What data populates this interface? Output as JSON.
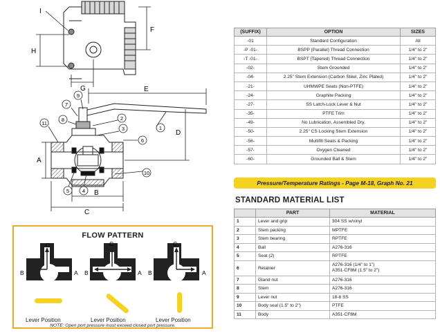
{
  "diagram": {
    "labels": {
      "I": "I",
      "F": "F",
      "H": "H",
      "G": "G",
      "E": "E",
      "D": "D",
      "A": "A",
      "B": "B",
      "C": "C",
      "n1": "1",
      "n2": "2",
      "n3": "3",
      "n4": "4",
      "n5": "5",
      "n6": "6",
      "n7": "7",
      "n8": "8",
      "n9": "9",
      "n10": "10",
      "n11": "11"
    }
  },
  "options_table": {
    "headers": [
      "(SUFFIX)",
      "OPTION",
      "SIZES"
    ],
    "rows": [
      [
        "-01",
        "Standard Configuration",
        "All"
      ],
      [
        "-P -01-",
        "BSPP (Parallel) Thread Connection",
        "1/4\" to 2\""
      ],
      [
        "-T -01-",
        "BSPT (Tapered) Thread Connection",
        "1/4\" to 2\""
      ],
      [
        "-02-",
        "Stem Grounded",
        "1/4\" to 2\""
      ],
      [
        "-04-",
        "2.25\" Stem Extension (Carbon Steel, Zinc Plated)",
        "1/4\" to 2\""
      ],
      [
        "-21-",
        "UHMWPE Seats (Non-PTFE)",
        "1/4\" to 2\""
      ],
      [
        "-24-",
        "Graphite Packing",
        "1/4\" to 2\""
      ],
      [
        "-27-",
        "SS Latch-Lock Lever & Nut",
        "1/4\" to 2\""
      ],
      [
        "-35-",
        "PTFE Trim",
        "1/4\" to 2\""
      ],
      [
        "-49-",
        "No Lubrication, Assembled Dry.",
        "1/4\" to 2\""
      ],
      [
        "-50-",
        "2.25\" CS Locking Stem Extension",
        "1/4\" to 2\""
      ],
      [
        "-56-",
        "Multifill Seats & Packing",
        "1/4\" to 2\""
      ],
      [
        "-57-",
        "Oxygen Cleaned",
        "1/4\" to 2\""
      ],
      [
        "-60-",
        "Grounded Ball & Stem",
        "1/4\" to 2\""
      ]
    ]
  },
  "pressure_banner": "Pressure/Temperature Ratings - Page M-18, Graph No. 21",
  "material_list": {
    "title": "STANDARD MATERIAL LIST",
    "headers": [
      "",
      "PART",
      "MATERIAL"
    ],
    "rows": [
      {
        "num": "1",
        "part": "Lever and grip",
        "material": "304 SS w/vinyl"
      },
      {
        "num": "2",
        "part": "Stem packing",
        "material": "MPTFE"
      },
      {
        "num": "3",
        "part": "Stem bearing",
        "material": "RPTFE"
      },
      {
        "num": "4",
        "part": "Ball",
        "material": "A276-316"
      },
      {
        "num": "5",
        "part": "Seat  (2)",
        "material": "RPTFE"
      },
      {
        "num": "6",
        "part": "Retainer",
        "material": "A276-316 (1/4\" to 1\")",
        "material2": "A351-CF8M (1.5\" to 2\")"
      },
      {
        "num": "7",
        "part": "Gland nut",
        "material": "A276-316"
      },
      {
        "num": "8",
        "part": "Stem",
        "material": "A276-316"
      },
      {
        "num": "9",
        "part": "Lever nut",
        "material": "18-8 SS"
      },
      {
        "num": "10",
        "part": "Body seal (1.5\" to 2\")",
        "material": "PTFE"
      },
      {
        "num": "11",
        "part": "Body",
        "material": "A351-CF8M"
      }
    ]
  },
  "flow_pattern": {
    "title": "FLOW PATTERN",
    "port_labels": {
      "c": "C",
      "b": "B",
      "a": "A"
    },
    "lever_label": "Lever Position",
    "note": "NOTE: Open port pressure must exceed closed port pressure."
  },
  "colors": {
    "accent": "#f4d21f",
    "frame": "#e6ac24",
    "header_bg": "#e3e3e3"
  }
}
